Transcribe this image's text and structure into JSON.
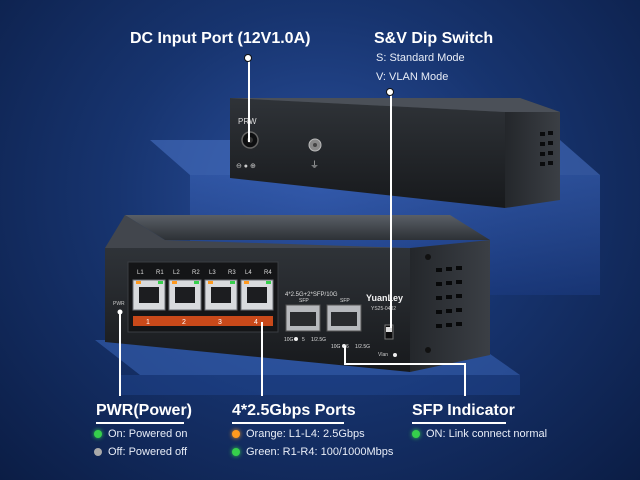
{
  "callouts": {
    "dc_input": {
      "title": "DC Input Port (12V1.0A)"
    },
    "dip_switch": {
      "title": "S&V Dip Switch",
      "lines": [
        "S: Standard Mode",
        "V: VLAN Mode"
      ]
    },
    "pwr": {
      "title": "PWR(Power)",
      "items": [
        {
          "text": "On: Powered on",
          "color": "#36d04c"
        },
        {
          "text": "Off: Powered off",
          "color": "#a9a9a9"
        }
      ]
    },
    "ports": {
      "title": "4*2.5Gbps Ports",
      "items": [
        {
          "text": "Orange: L1-L4: 2.5Gbps",
          "color": "#ff9a1f"
        },
        {
          "text": "Green: R1-R4: 100/1000Mbps",
          "color": "#36d04c"
        }
      ]
    },
    "sfp": {
      "title": "SFP Indicator",
      "items": [
        {
          "text": "ON: Link connect normal",
          "color": "#36d04c"
        }
      ]
    }
  },
  "device": {
    "rear_label": "PRW",
    "brand": "YuanLey",
    "model": "YS25-0402",
    "port_spec": "4*2.5G+2*SFP/10G",
    "pwr_label": "PWR",
    "led_labels": [
      "L1",
      "R1",
      "L2",
      "R2",
      "L3",
      "R3",
      "L4",
      "R4"
    ],
    "port_numbers": [
      "1",
      "2",
      "3",
      "4"
    ],
    "sfp_labels": [
      "SFP",
      "SFP"
    ],
    "sfp_numbers": [
      "5",
      "6"
    ],
    "speed_labels": [
      "10G",
      "1/2.5G",
      "10G",
      "1/2.5G"
    ],
    "vlan_label": "Vlan"
  }
}
